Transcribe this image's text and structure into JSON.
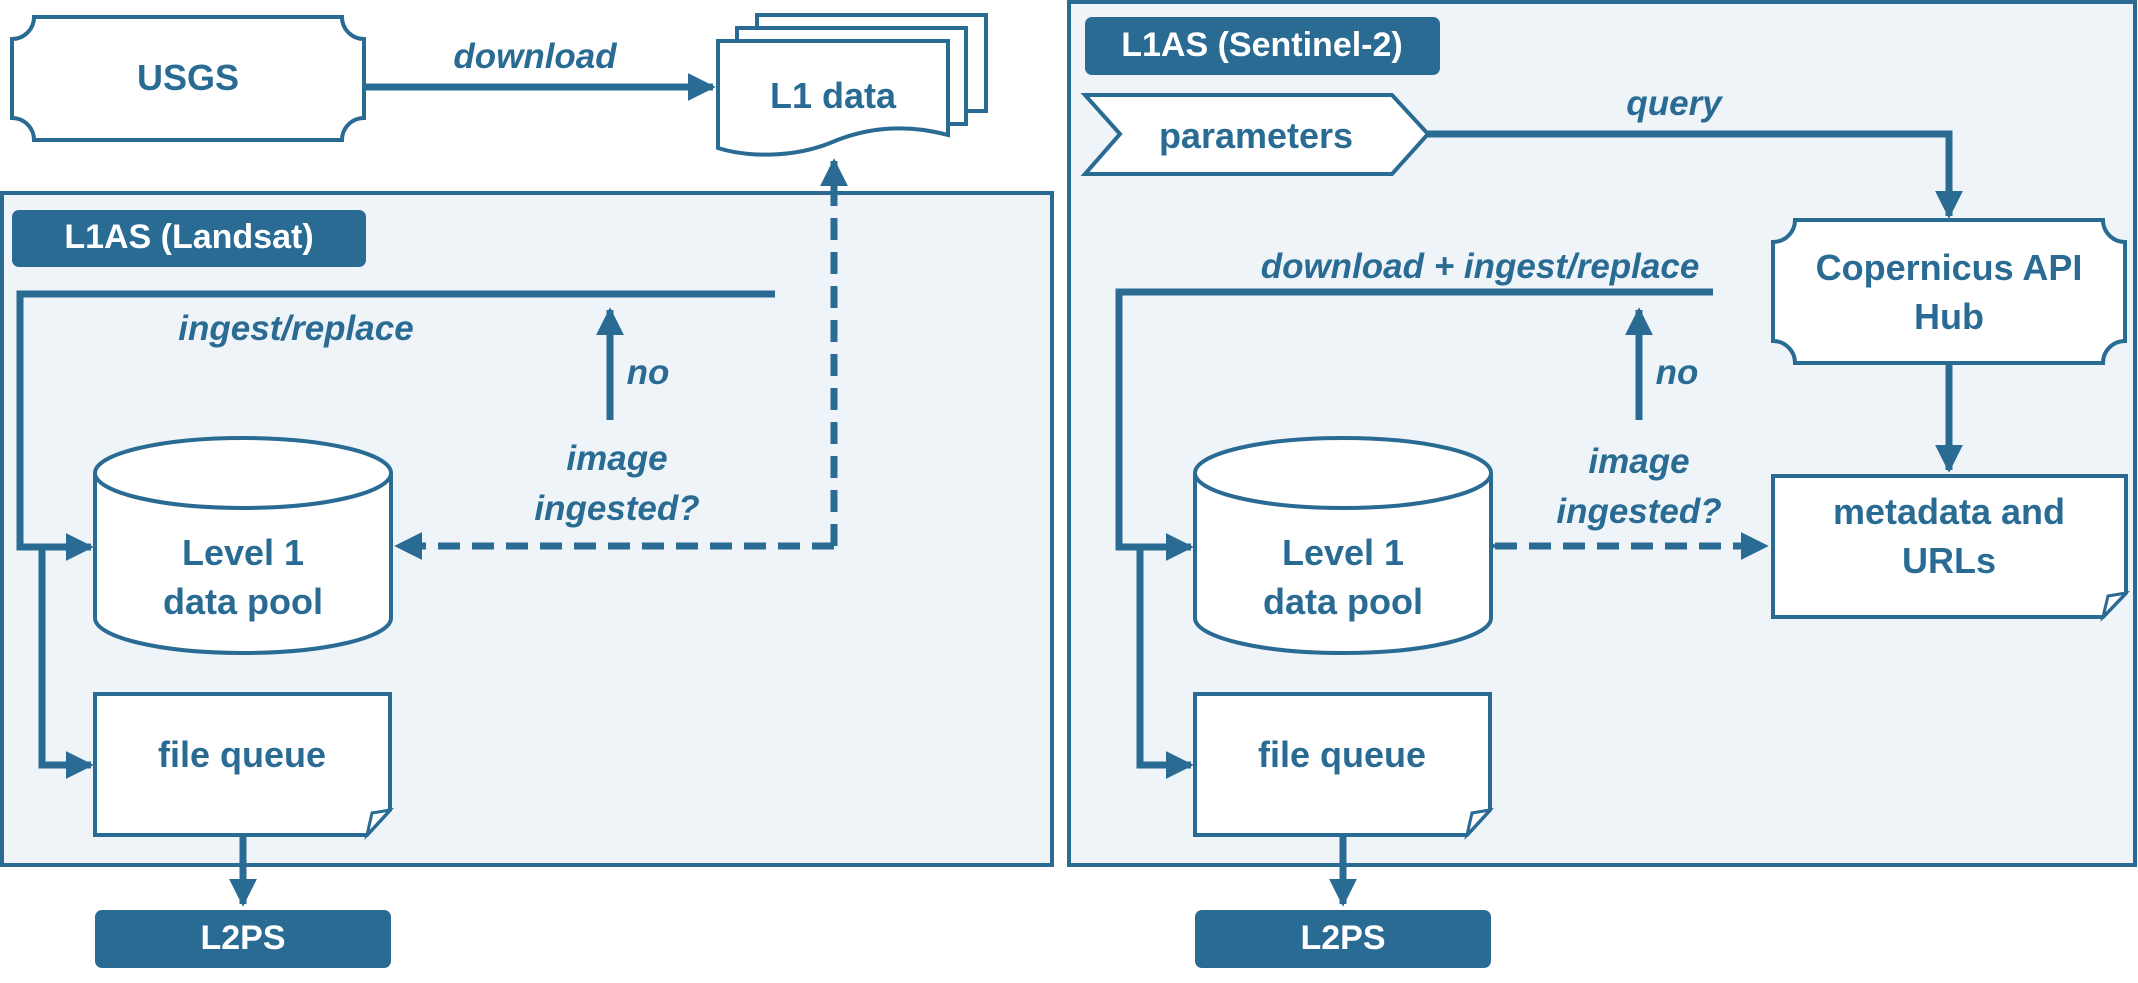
{
  "top": {
    "source": "USGS",
    "download": "download",
    "l1data": "L1 data"
  },
  "landsat": {
    "title": "L1AS (Landsat)",
    "ingest": "ingest/replace",
    "no": "no",
    "question_l1": "image",
    "question_l2": "ingested?",
    "pool_l1": "Level 1",
    "pool_l2": "data pool",
    "queue": "file queue",
    "output": "L2PS"
  },
  "sentinel": {
    "title": "L1AS (Sentinel-2)",
    "params": "parameters",
    "query": "query",
    "hub_l1": "Copernicus API",
    "hub_l2": "Hub",
    "dl_ingest": "download + ingest/replace",
    "no": "no",
    "question_l1": "image",
    "question_l2": "ingested?",
    "meta_l1": "metadata and",
    "meta_l2": "URLs",
    "pool_l1": "Level 1",
    "pool_l2": "data pool",
    "queue": "file queue",
    "output": "L2PS"
  },
  "colors": {
    "accent": "#2a6b94",
    "panel_bg": "#eef4f8"
  }
}
